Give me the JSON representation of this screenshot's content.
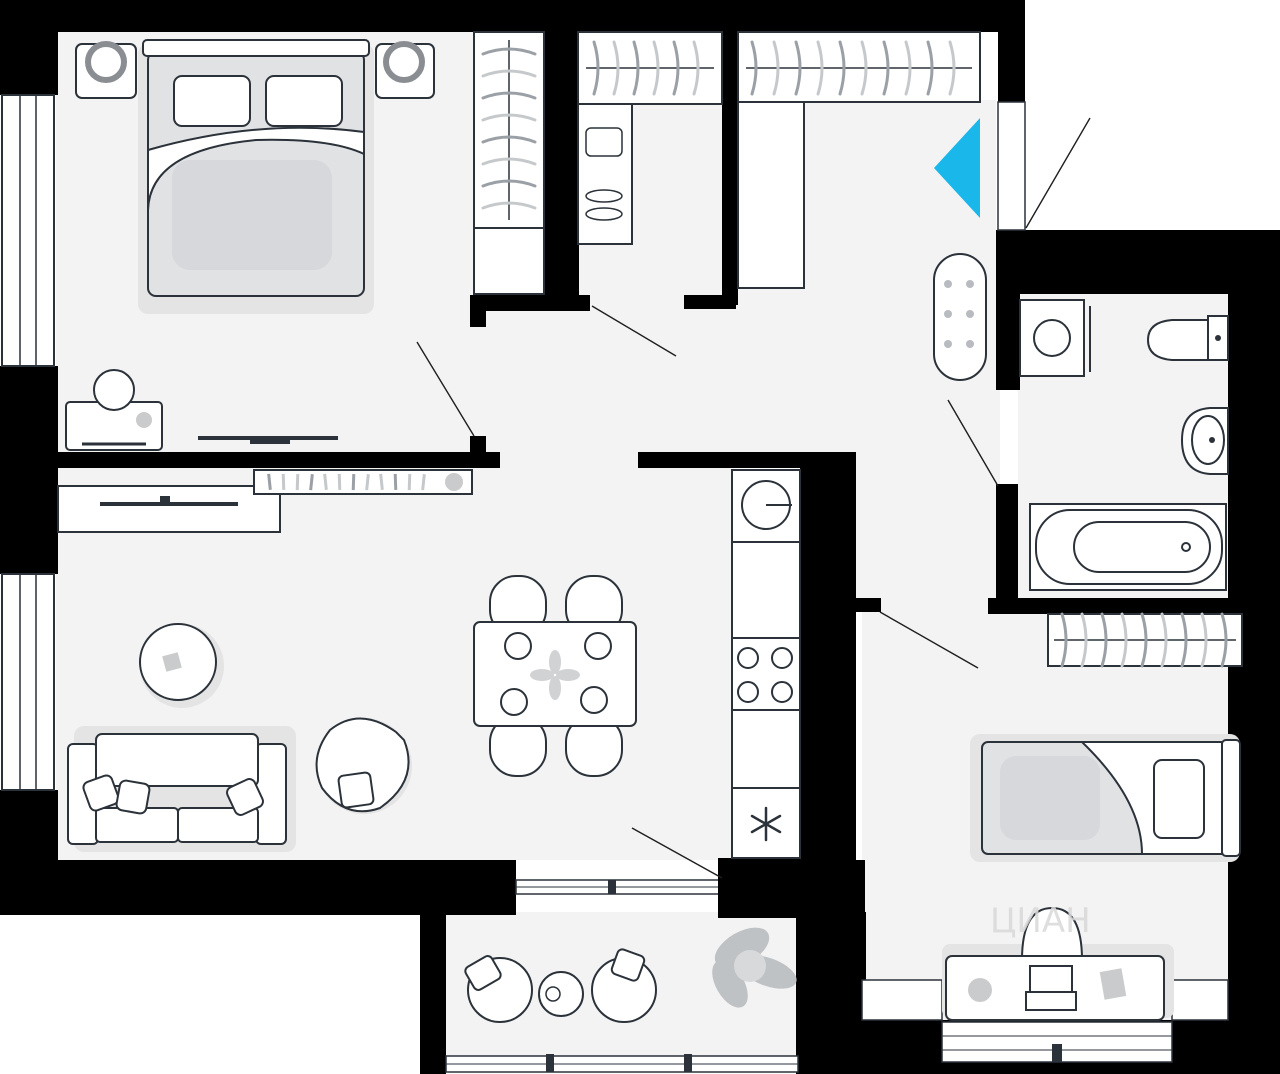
{
  "plan": {
    "watermark_text": "ЦИАН",
    "entrance_marker_color": "#1ab7ea",
    "colors": {
      "wall": "#000000",
      "floor": "#f3f3f3",
      "furniture_line": "#2b323a",
      "furniture_fill": "#ffffff",
      "shadow": "#e4e4e4"
    },
    "rooms": [
      "bedroom",
      "living-room-kitchen",
      "hallway",
      "bathroom",
      "second-bedroom",
      "balcony",
      "wardrobes"
    ]
  }
}
